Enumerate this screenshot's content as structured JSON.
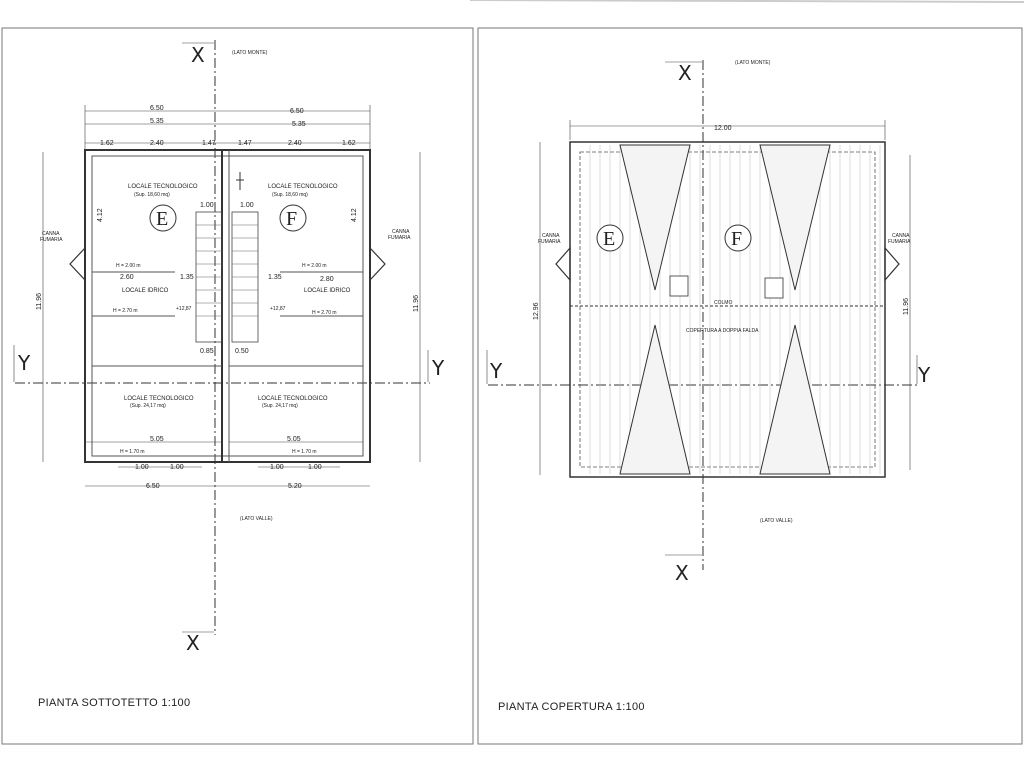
{
  "sheet": {
    "left_title": "PIANTA SOTTOTETTO 1:100",
    "right_title": "PIANTA COPERTURA 1:100"
  },
  "labels": {
    "lato_monte": "(LATO MONTE)",
    "lato_valle": "(LATO VALLE)",
    "axis_x": "X",
    "axis_y": "Y",
    "unit_e": "E",
    "unit_f": "F",
    "canna": "CANNA",
    "fumaria": "FUMARIA"
  },
  "left_plan": {
    "dims_top": [
      "6.50",
      "6.50",
      "5.35",
      "5.35"
    ],
    "dims_top_parts": [
      "1.62",
      "2.40",
      "1.47",
      "1.47",
      "2.40",
      "1.62"
    ],
    "dims_side": [
      "11.96",
      "11.96",
      "4.12",
      "4.12"
    ],
    "dims_bottom": [
      "5.05",
      "5.05",
      "6.50",
      "5.20",
      "1.00",
      "1.00",
      "1.00",
      "1.00"
    ],
    "room_top_left": "LOCALE TECNOLOGICO",
    "room_top_left_area": "(Sup. 18,60 mq)",
    "room_top_right": "LOCALE TECNOLOGICO",
    "room_top_right_area": "(Sup. 18,60 mq)",
    "room_mid_left": "LOCALE IDRICO",
    "room_mid_right": "LOCALE IDRICO",
    "room_bot_left": "LOCALE TECNOLOGICO",
    "room_bot_left_area": "(Sup. 24,17 mq)",
    "room_bot_right": "LOCALE TECNOLOGICO",
    "room_bot_right_area": "(Sup. 24,17 mq)",
    "heights": [
      "H = 2.00 m",
      "H = 2.00 m",
      "H = 2.70 m",
      "H = 2.70 m",
      "H = 1.70 m",
      "H = 1.70 m"
    ],
    "inner_dims": [
      "2.60",
      "2.80",
      "1.35",
      "1.35",
      "1.00",
      "1.00",
      "0.85",
      "0.50"
    ],
    "levels": [
      "+12,87",
      "+12,87"
    ]
  },
  "right_plan": {
    "dim_top": "12.00",
    "dims_side": [
      "12.96",
      "11.96"
    ],
    "covering": "COPERTURA A DOPPIA FALDA",
    "colmo": "COLMO"
  }
}
